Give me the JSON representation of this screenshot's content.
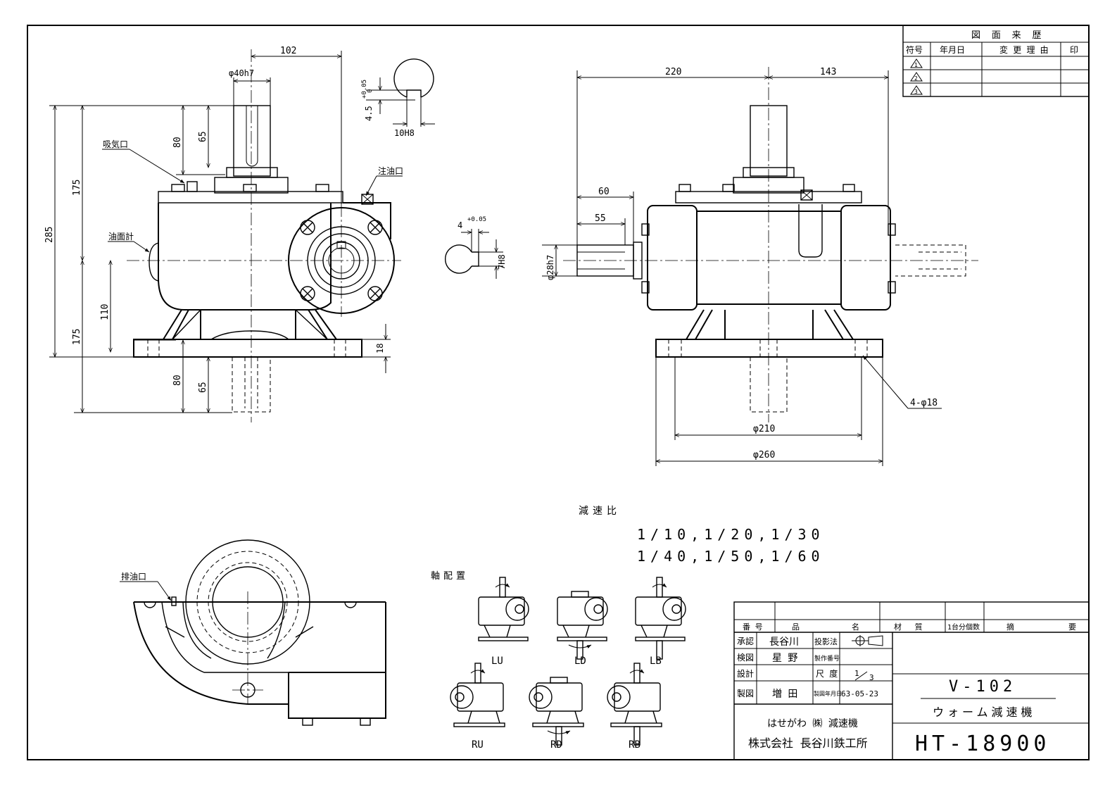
{
  "dimensions": {
    "width_102": "102",
    "shaft_dia": "φ40h7",
    "keyway_tol": "+0.05",
    "keyway_zero": "0",
    "keyway_depth": "4.5",
    "keyway_width": "10H8",
    "h80_top": "80",
    "h65_top": "65",
    "h175_upper": "175",
    "h285": "285",
    "h110": "110",
    "h175_lower": "175",
    "base_18": "18",
    "h80_bot": "80",
    "h65_bot": "65",
    "key2_depth": "4",
    "key2_tol": "+0.05",
    "key2_width": "7H8",
    "w220": "220",
    "w143": "143",
    "w60": "60",
    "w55": "55",
    "shaft2_dia": "φ28h7",
    "holes": "4-φ18",
    "pcd210": "φ210",
    "base260": "φ260"
  },
  "labels": {
    "intake": "吸気口",
    "oil_fill": "注油口",
    "oil_gauge": "油面計",
    "drain": "排油口"
  },
  "ratio": {
    "title": "減速比",
    "line1": "1/10,1/20,1/30",
    "line2": "1/40,1/50,1/60"
  },
  "arrangement": {
    "title": "軸配置",
    "items": [
      "LU",
      "LD",
      "LB",
      "RU",
      "RD",
      "RB"
    ]
  },
  "revision_table": {
    "title": "図 面 来 歴",
    "headers": [
      "符号",
      "年月日",
      "変 更 理 由",
      "印"
    ],
    "symbols": [
      "1",
      "2",
      "3"
    ]
  },
  "title_block": {
    "headers": [
      "番 号",
      "品",
      "名",
      "材 質",
      "1台分個数",
      "摘",
      "要"
    ],
    "approve_label": "承認",
    "approve_name": "長谷川",
    "projection_label": "投影法",
    "check_label": "検図",
    "check_name": "星  野",
    "mfg_no_label": "製作番号",
    "design_label": "設計",
    "scale_label": "尺 度",
    "scale_num": "1",
    "scale_den": "3",
    "draw_label": "製図",
    "draw_name": "増  田",
    "date_label": "製図年月日",
    "date": "63-05-23",
    "model": "V-102",
    "product": "ウォーム減速機",
    "brand": "はせがわ ㈱ 減速機",
    "company": "株式会社 長谷川鉄工所",
    "drawing_no": "HT-18900"
  }
}
